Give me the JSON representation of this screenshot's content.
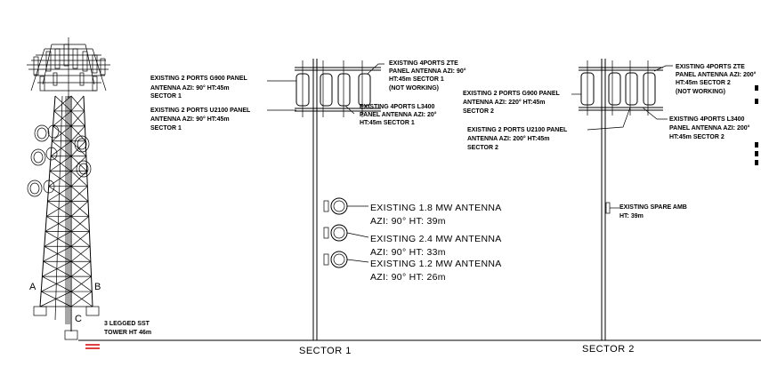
{
  "tower": {
    "label_line1": "3 LEGGED SST",
    "label_line2": "TOWER HT 46m",
    "leg_a": "A",
    "leg_b": "B",
    "leg_c": "C"
  },
  "sector1": {
    "title": "SECTOR 1",
    "g900": [
      "EXISTING 2 PORTS G900 PANEL",
      "ANTENNA AZI: 90° HT:45m",
      "SECTOR 1"
    ],
    "u2100": [
      "EXISTING 2 PORTS U2100 PANEL",
      "ANTENNA AZI: 90° HT:45m",
      "SECTOR 1"
    ],
    "zte": [
      "EXISTING 4PORTS ZTE",
      "PANEL ANTENNA AZI: 90°",
      "HT:45m SECTOR 1",
      "(NOT WORKING)"
    ],
    "l3400": [
      "EXISTING 4PORTS L3400",
      "PANEL ANTENNA AZI: 20°",
      "HT:45m SECTOR 1"
    ],
    "mw": [
      {
        "line1": "EXISTING 1.8 MW ANTENNA",
        "line2": "AZI: 90° HT: 39m"
      },
      {
        "line1": "EXISTING 2.4 MW ANTENNA",
        "line2": "AZI: 90° HT: 33m"
      },
      {
        "line1": "EXISTING 1.2 MW ANTENNA",
        "line2": "AZI: 90° HT: 26m"
      }
    ]
  },
  "sector2": {
    "title": "SECTOR 2",
    "zte": [
      "EXISTING 4PORTS ZTE",
      "PANEL ANTENNA AZI: 200°",
      "HT:45m SECTOR 2",
      "(NOT WORKING)"
    ],
    "g900": [
      "EXISTING 2 PORTS G900 PANEL",
      "ANTENNA AZI: 220° HT:45m",
      "SECTOR 2"
    ],
    "l3400": [
      "EXISTING 4PORTS L3400",
      "PANEL ANTENNA AZI: 200°",
      "HT:45m SECTOR 2"
    ],
    "u2100": [
      "EXISTING 2 PORTS U2100 PANEL",
      "ANTENNA AZI: 200° HT:45m",
      "SECTOR 2"
    ],
    "spare": [
      "EXISTING SPARE AMB",
      "HT: 39m"
    ]
  }
}
